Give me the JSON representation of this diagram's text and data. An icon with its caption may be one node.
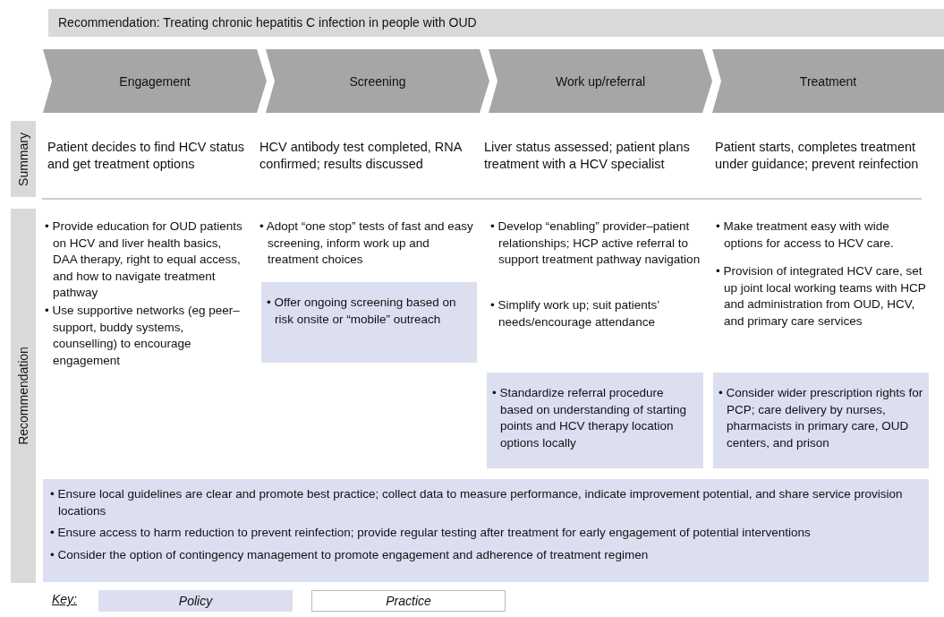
{
  "diagram": {
    "title": "Recommendation: Treating chronic hepatitis C infection in people with OUD",
    "nodes": [
      {
        "text": [
          "Engagement"
        ]
      },
      {
        "text": [
          "Screening"
        ]
      },
      {
        "text": [
          "Work up/referral"
        ]
      },
      {
        "text": [
          "Treatment"
        ]
      },
      {
        "text": [
          "Summary"
        ]
      },
      {
        "text": [
          "Recommendation"
        ]
      },
      {
        "text": [
          "• Offer ongoing screening based on risk onsite or “mobile” outreach"
        ]
      },
      {
        "text": [
          "• Standardize referral procedure based on understanding of starting points and HCV therapy location options locally"
        ]
      },
      {
        "text": [
          "• Consider wider prescription rights for PCP; care delivery by nurses, pharmacists in primary care, OUD centers, and prison"
        ]
      },
      {
        "text": [
          "• Ensure local guidelines are clear and promote best practice; collect data to measure performance, indicate improvement potential, and share service provision locations",
          "• Ensure access to harm reduction to prevent reinfection; provide regular testing after treatment for early engagement of potential interventions",
          "• Consider the option of contingency management to promote engagement and adherence of treatment regimen"
        ]
      }
    ],
    "labels": [
      "Patient decides to find HCV status and get treatment options",
      "HCV antibody test completed, RNA confirmed; results discussed",
      "Liver status assessed; patient plans treatment with a HCV specialist",
      "Patient starts, completes treatment under guidance; prevent reinfection",
      "• Provide education for OUD patients on HCV and liver health basics, DAA therapy, right to equal access, and how to navigate treatment pathway",
      "• Use supportive networks (eg peer–support, buddy systems, counselling) to encourage engagement",
      "• Adopt “one stop” tests of fast and easy screening, inform work up and treatment choices",
      "• Develop “enabling” provider–patient relationships; HCP active referral to support treatment pathway navigation",
      "• Simplify work up; suit patients’ needs/encourage attendance",
      "• Make treatment easy with wide options for access to HCV care.",
      "• Provision of integrated HCV care, set up joint local working teams with HCP and administration from OUD, HCV, and primary care services",
      "Key:"
    ],
    "legend": [
      {
        "text": "Policy",
        "color": "#dcdff0"
      },
      {
        "text": "Practice",
        "color": "#ffffff"
      }
    ]
  }
}
